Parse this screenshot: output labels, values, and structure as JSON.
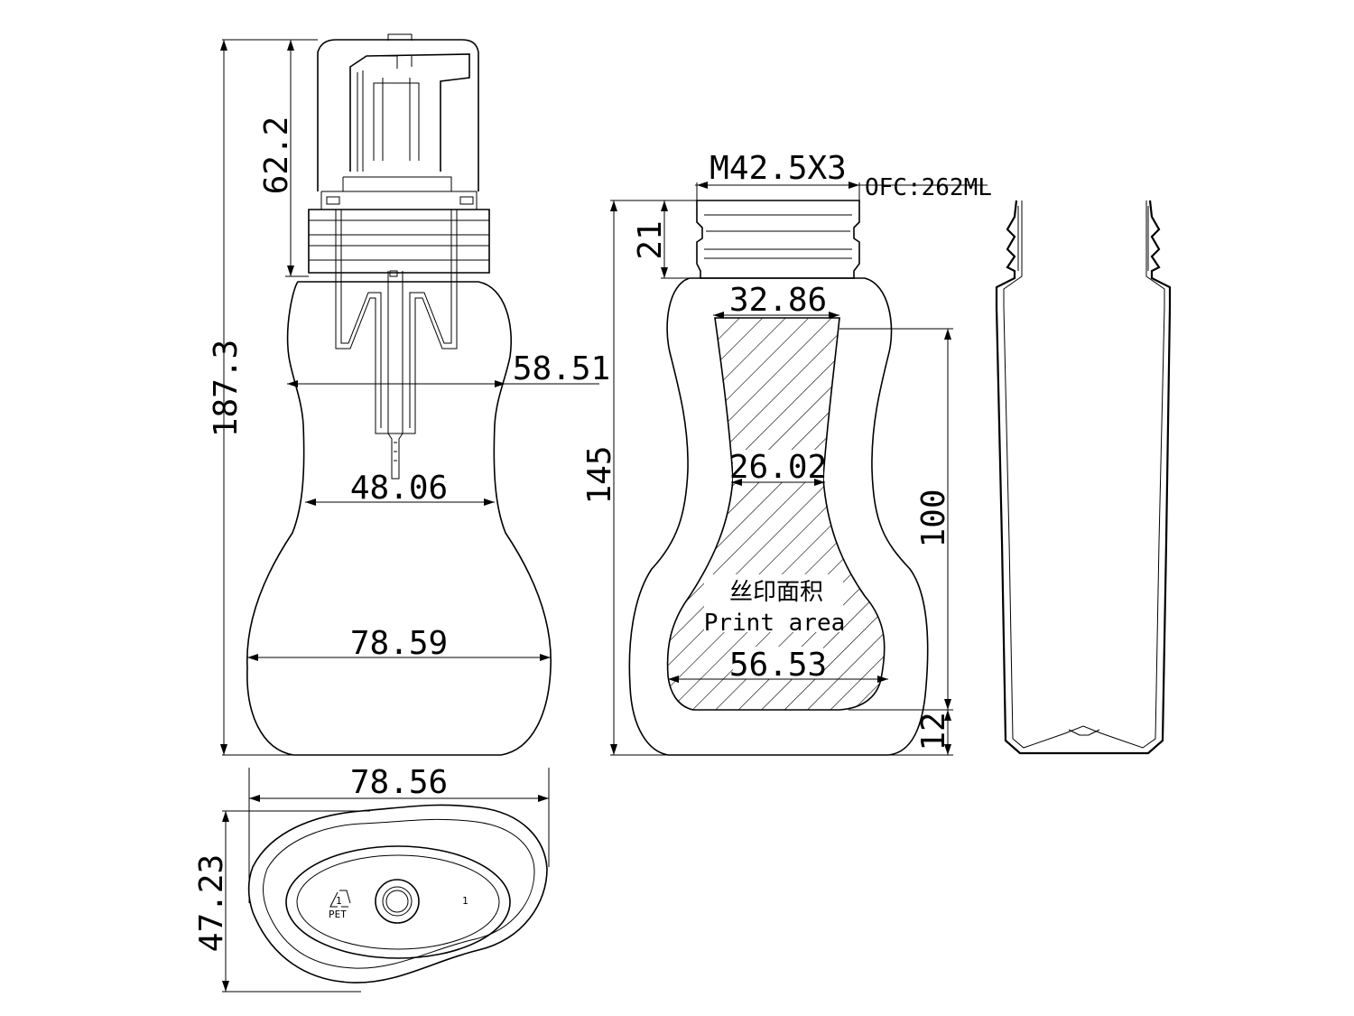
{
  "dimensions": {
    "total_height": "187.3",
    "pump_height": "62.2",
    "shoulder_width": "58.51",
    "waist_width": "48.06",
    "body_width": "78.59",
    "base_width": "78.56",
    "base_depth": "47.23",
    "bottle_height": "145",
    "neck_height": "21",
    "thread_spec": "M42.5X3",
    "capacity": "OFC:262ML",
    "print_top_width": "32.86",
    "print_waist_width": "26.02",
    "print_bottom_width": "56.53",
    "print_height": "100",
    "print_bottom_offset": "12"
  },
  "print_area": {
    "label_cn": "丝印面积",
    "label_en": "Print area"
  },
  "base_marks": {
    "recycle_code": "1",
    "material": "PET",
    "mold_number": "1"
  }
}
